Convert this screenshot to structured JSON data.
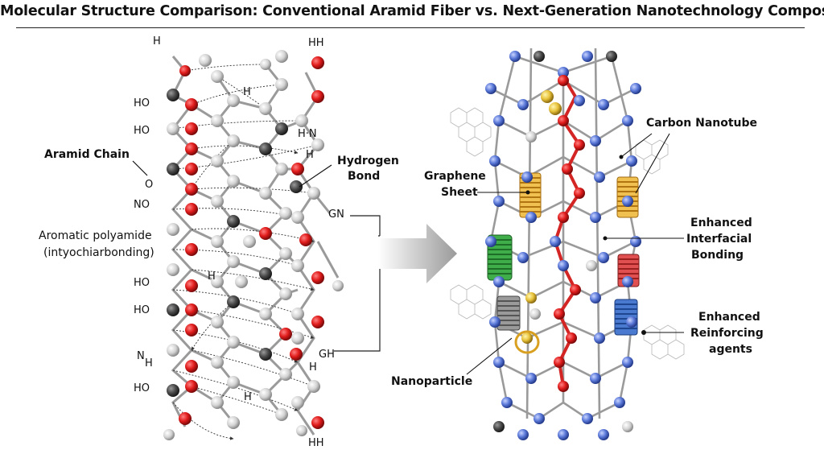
{
  "title": "Molecular Structure Comparison: Conventional Aramid Fiber vs. Next-Generation Nanotechnology Composite",
  "left_panel": {
    "labels": {
      "aramid_chain": "Aramid Chain",
      "aromatic_line1": "Aromatic polyamide",
      "aromatic_line2": "(intyochiarbonding)",
      "hydrogen_bond_line1": "Hydrogen",
      "hydrogen_bond_line2": "Bond"
    },
    "atom_labels": {
      "h_top_left": "H",
      "hh_top_right": "HH",
      "ho_1": "HO",
      "ho_2": "HO",
      "o_1": "O",
      "h_center": "H",
      "hn": "H·N",
      "h_right": "H",
      "no": "NO",
      "gn": "GN",
      "ho_3": "HO",
      "h_mid": "H",
      "ho_4": "HO",
      "n_1": "N",
      "h_sub": "H",
      "gh": "GH",
      "h_low": "H",
      "ho_5": "HO",
      "h_bottom": "H",
      "hh_bottom": "HH"
    }
  },
  "right_panel": {
    "labels": {
      "carbon_nanotube": "Carbon Nanotube",
      "graphene_line1": "Graphene",
      "graphene_line2": "Sheet",
      "interfacial_line1": "Enhanced",
      "interfacial_line2": "Interfacial",
      "interfacial_line3": "Bonding",
      "reinforcing_line1": "Enhanced",
      "reinforcing_line2": "Reinforcing",
      "reinforcing_line3": "agents",
      "nanoparticle": "Nanoparticle"
    }
  },
  "colors": {
    "oxygen": "#e01b1b",
    "carbon_dark": "#4a4a4a",
    "carbon_light": "#d0d0d0",
    "nitrogen_blue": "#5a78d8",
    "arrow": "#a9a9a9",
    "helix_gold": "#e0a020",
    "helix_green": "#2f8f3a",
    "helix_red": "#d03030",
    "helix_blue": "#3464c0",
    "helix_gray": "#808080"
  }
}
